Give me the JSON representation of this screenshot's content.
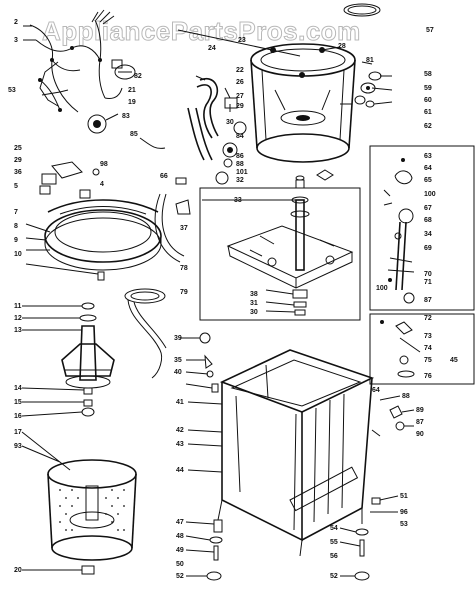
{
  "watermark": "AppliancePartsPros.com",
  "callouts": [
    {
      "id": "c2",
      "text": "2"
    },
    {
      "id": "c3",
      "text": "3"
    },
    {
      "id": "c53",
      "text": "53"
    },
    {
      "id": "c82",
      "text": "82"
    },
    {
      "id": "c21",
      "text": "21"
    },
    {
      "id": "c19",
      "text": "19"
    },
    {
      "id": "c83",
      "text": "83"
    },
    {
      "id": "c85",
      "text": "85"
    },
    {
      "id": "c57",
      "text": "57"
    },
    {
      "id": "c24",
      "text": "24"
    },
    {
      "id": "c23",
      "text": "23"
    },
    {
      "id": "c28",
      "text": "28"
    },
    {
      "id": "c81",
      "text": "81"
    },
    {
      "id": "c58",
      "text": "58"
    },
    {
      "id": "c59",
      "text": "59"
    },
    {
      "id": "c60",
      "text": "60"
    },
    {
      "id": "c61",
      "text": "61"
    },
    {
      "id": "c62",
      "text": "62"
    },
    {
      "id": "c22",
      "text": "22"
    },
    {
      "id": "c26",
      "text": "26"
    },
    {
      "id": "c27",
      "text": "27"
    },
    {
      "id": "c29",
      "text": "29"
    },
    {
      "id": "c30",
      "text": "30"
    },
    {
      "id": "c84",
      "text": "84"
    },
    {
      "id": "c86",
      "text": "86"
    },
    {
      "id": "c88",
      "text": "88"
    },
    {
      "id": "c101",
      "text": "101"
    },
    {
      "id": "c32",
      "text": "32"
    },
    {
      "id": "c25",
      "text": "25"
    },
    {
      "id": "c29b",
      "text": "29"
    },
    {
      "id": "c36",
      "text": "36"
    },
    {
      "id": "c5",
      "text": "5"
    },
    {
      "id": "c4",
      "text": "4"
    },
    {
      "id": "c98",
      "text": "98"
    },
    {
      "id": "c7",
      "text": "7"
    },
    {
      "id": "c8",
      "text": "8"
    },
    {
      "id": "c9",
      "text": "9"
    },
    {
      "id": "c10",
      "text": "10"
    },
    {
      "id": "c66",
      "text": "66"
    },
    {
      "id": "c37",
      "text": "37"
    },
    {
      "id": "c78",
      "text": "78"
    },
    {
      "id": "c79",
      "text": "79"
    },
    {
      "id": "c33",
      "text": "33"
    },
    {
      "id": "c38",
      "text": "38"
    },
    {
      "id": "c31",
      "text": "31"
    },
    {
      "id": "c30b",
      "text": "30"
    },
    {
      "id": "c63",
      "text": "63"
    },
    {
      "id": "c64",
      "text": "64"
    },
    {
      "id": "c65",
      "text": "65"
    },
    {
      "id": "c100",
      "text": "100"
    },
    {
      "id": "c67",
      "text": "67"
    },
    {
      "id": "c68",
      "text": "68"
    },
    {
      "id": "c34",
      "text": "34"
    },
    {
      "id": "c69",
      "text": "69"
    },
    {
      "id": "c70",
      "text": "70"
    },
    {
      "id": "c71",
      "text": "71"
    },
    {
      "id": "c100b",
      "text": "100"
    },
    {
      "id": "c87",
      "text": "87"
    },
    {
      "id": "c11",
      "text": "11"
    },
    {
      "id": "c12",
      "text": "12"
    },
    {
      "id": "c13",
      "text": "13"
    },
    {
      "id": "c72",
      "text": "72"
    },
    {
      "id": "c73",
      "text": "73"
    },
    {
      "id": "c74",
      "text": "74"
    },
    {
      "id": "c75",
      "text": "75"
    },
    {
      "id": "c76",
      "text": "76"
    },
    {
      "id": "c45",
      "text": "45"
    },
    {
      "id": "c39",
      "text": "39"
    },
    {
      "id": "c35",
      "text": "35"
    },
    {
      "id": "c40",
      "text": "40"
    },
    {
      "id": "c14",
      "text": "14"
    },
    {
      "id": "c15",
      "text": "15"
    },
    {
      "id": "c16",
      "text": "16"
    },
    {
      "id": "c41",
      "text": "41"
    },
    {
      "id": "c64b",
      "text": "64"
    },
    {
      "id": "c88b",
      "text": "88"
    },
    {
      "id": "c89",
      "text": "89"
    },
    {
      "id": "c87b",
      "text": "87"
    },
    {
      "id": "c90",
      "text": "90"
    },
    {
      "id": "c17",
      "text": "17"
    },
    {
      "id": "c42",
      "text": "42"
    },
    {
      "id": "c43",
      "text": "43"
    },
    {
      "id": "c93",
      "text": "93"
    },
    {
      "id": "c44",
      "text": "44"
    },
    {
      "id": "c47",
      "text": "47"
    },
    {
      "id": "c51",
      "text": "51"
    },
    {
      "id": "c96",
      "text": "96"
    },
    {
      "id": "c48",
      "text": "48"
    },
    {
      "id": "c49",
      "text": "49"
    },
    {
      "id": "c53b",
      "text": "53"
    },
    {
      "id": "c54",
      "text": "54"
    },
    {
      "id": "c50",
      "text": "50"
    },
    {
      "id": "c55",
      "text": "55"
    },
    {
      "id": "c56",
      "text": "56"
    },
    {
      "id": "c20",
      "text": "20"
    },
    {
      "id": "c52",
      "text": "52"
    },
    {
      "id": "c52b",
      "text": "52"
    }
  ]
}
